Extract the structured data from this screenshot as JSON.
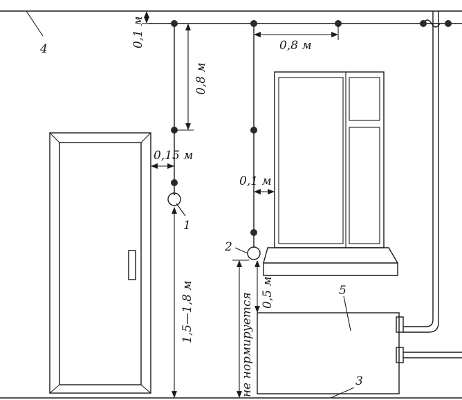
{
  "callouts": {
    "n1": "1",
    "n2": "2",
    "n3": "3",
    "n4": "4",
    "n5": "5"
  },
  "dimensions": {
    "ceiling_gap": "0,1 м",
    "horizontal_spacing": "0,8 м",
    "vertical_spacing": "0,8 м",
    "door_gap": "0,15 м",
    "window_gap": "0,1 м",
    "switch_height": "1,5—1,8 м",
    "outlet_height": "не нормируется",
    "outlet_above_heater": "0,5 м"
  }
}
